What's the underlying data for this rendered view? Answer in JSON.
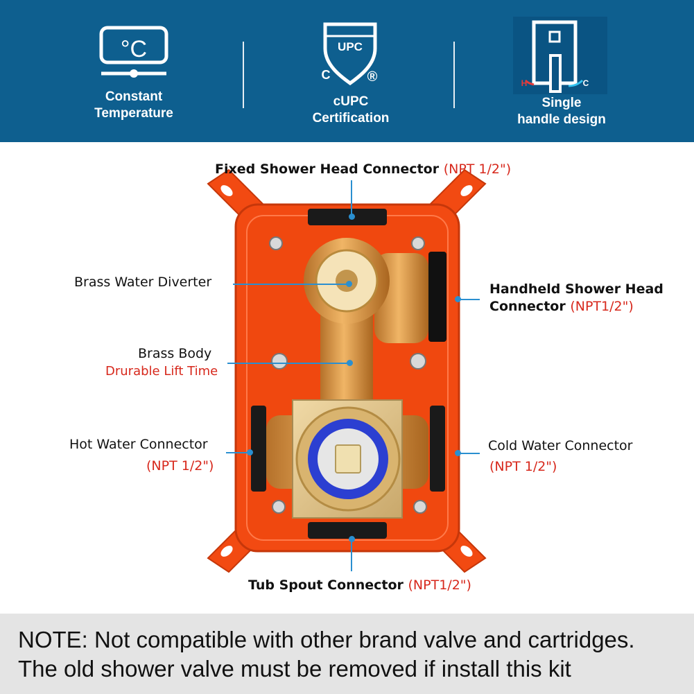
{
  "features": [
    {
      "icon": "thermometer-display-icon",
      "line1": "Constant",
      "line2": "Temperature"
    },
    {
      "icon": "cupc-shield-icon",
      "line1": "cUPC",
      "line2": "Certification",
      "shield_text": "UPC",
      "c_mark": "C",
      "registered": "®"
    },
    {
      "icon": "single-handle-icon",
      "line1": "Single",
      "line2": "handle design",
      "hot_mark": "H",
      "cold_mark": "C"
    }
  ],
  "thermo_symbol": "°C",
  "callouts": {
    "fixed_head": {
      "label": "Fixed Shower Head Connector",
      "spec": "(NPT 1/2\")"
    },
    "diverter": {
      "label": "Brass Water Diverter"
    },
    "handheld": {
      "label_line1": "Handheld Shower Head",
      "label_line2": "Connector",
      "spec": "(NPT1/2\")"
    },
    "body": {
      "label": "Brass Body",
      "sub": "Drurable Lift Time"
    },
    "hot": {
      "label": "Hot Water Connector",
      "spec": "(NPT 1/2\")"
    },
    "cold": {
      "label": "Cold Water  Connector",
      "spec": "(NPT 1/2\")"
    },
    "tub": {
      "label": "Tub Spout Connector",
      "spec": "(NPT1/2\")"
    }
  },
  "note": {
    "line1": "NOTE: Not compatible with other brand valve and cartridges.",
    "line2": "The old shower valve must be removed if install this kit"
  },
  "colors": {
    "banner": "#0e5f8f",
    "accent_red": "#d7281c",
    "leader_blue": "#2a8fd0",
    "housing_orange": "#f24a12",
    "brass": "#c98f45"
  }
}
